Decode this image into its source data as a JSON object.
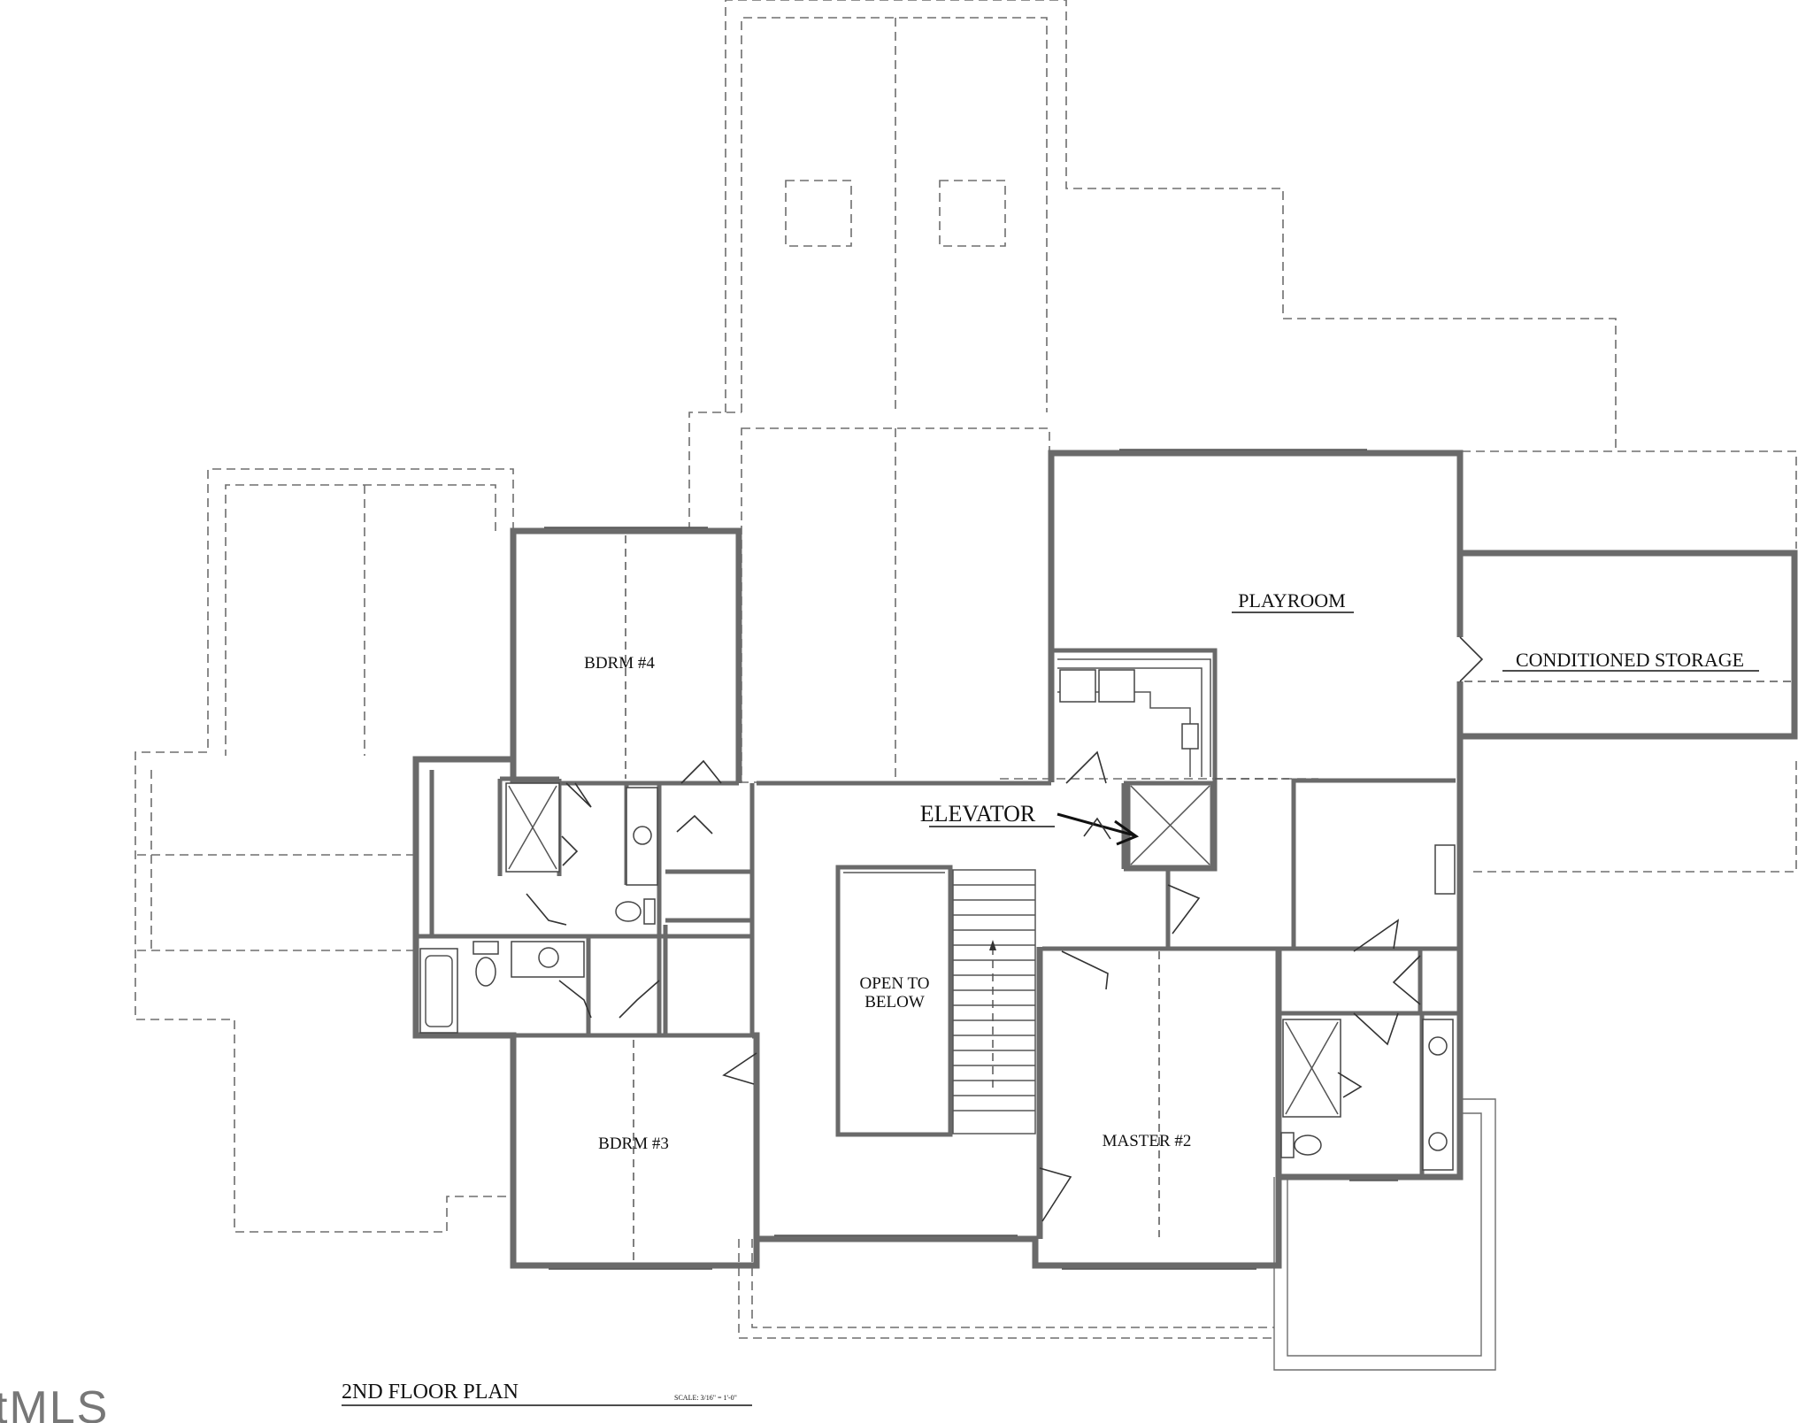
{
  "rooms": {
    "bdrm4": "BDRM #4",
    "bdrm3": "BDRM #3",
    "playroom": "PLAYROOM",
    "conditioned_storage": "CONDITIONED STORAGE",
    "elevator": "ELEVATOR",
    "open_to_below_line1": "OPEN TO",
    "open_to_below_line2": "BELOW",
    "master2": "MASTER #2"
  },
  "title_block": {
    "title": "2ND FLOOR PLAN",
    "scale": "SCALE: 3/16\" = 1'-0\""
  },
  "watermark": "tMLS"
}
